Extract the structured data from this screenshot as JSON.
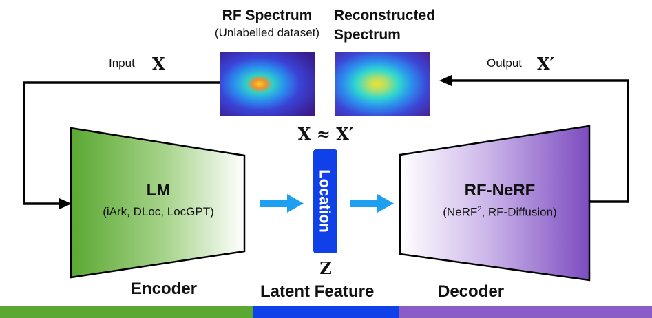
{
  "spectrum_in": {
    "title": "RF Spectrum",
    "subtitle": "(Unlabelled dataset)"
  },
  "spectrum_out": {
    "title_line1": "Reconstructed",
    "title_line2": "Spectrum"
  },
  "input_label": "Input",
  "input_symbol": "X",
  "output_label": "Output",
  "output_symbol": "X′",
  "approx_equation": "X ≈ X′",
  "encoder": {
    "title": "LM",
    "subtitle": "(iArk, DLoc, LocGPT)",
    "caption": "Encoder",
    "color": "#5aa832"
  },
  "latent": {
    "box_text": "Location",
    "symbol": "Z",
    "caption": "Latent Feature",
    "color": "#1040e8"
  },
  "decoder": {
    "title": "RF-NeRF",
    "subtitle_pre": "(NeRF",
    "subtitle_sup": "2",
    "subtitle_post": ", RF-Diffusion)",
    "caption": "Decoder",
    "color": "#8a5cc8"
  },
  "flow_arrow_color": "#1ea0f0"
}
